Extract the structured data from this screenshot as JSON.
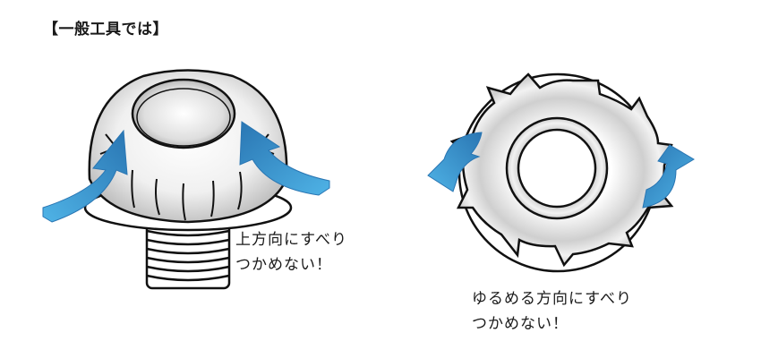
{
  "title": "【一般工具では】",
  "left_figure": {
    "name": "bolt-side-view",
    "caption_line1": "上方向にすべり",
    "caption_line2": "つかめない！"
  },
  "right_figure": {
    "name": "bolt-top-view",
    "caption_line1": "ゆるめる方向にすべり",
    "caption_line2": "つかめない！"
  },
  "colors": {
    "arrow_light": "#4fb3e6",
    "arrow_dark": "#2a76b3",
    "outline": "#111111",
    "metal_shade": "#c8c8c8"
  }
}
